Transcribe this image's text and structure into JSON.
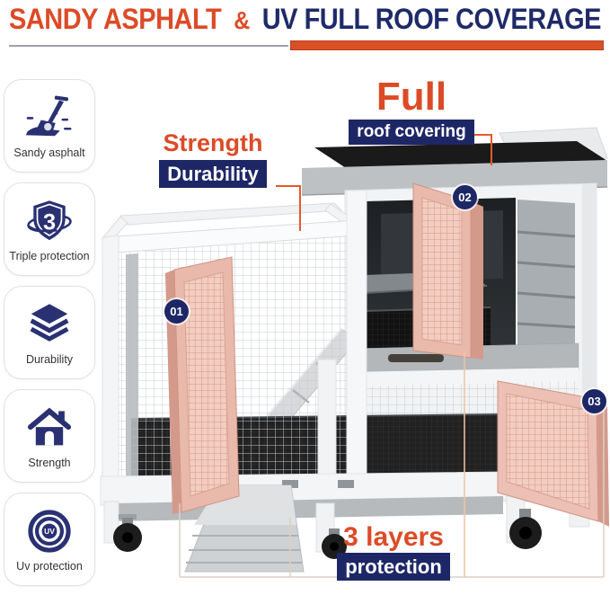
{
  "header": {
    "title_left": "SANDY ASPHALT",
    "ampersand": "&",
    "title_right": "UV FULL ROOF COVERAGE"
  },
  "sidebar": {
    "items": [
      {
        "icon": "shovel-icon",
        "label": "Sandy asphalt"
      },
      {
        "icon": "shield-3-icon",
        "label": "Triple protection",
        "icon_text": "3"
      },
      {
        "icon": "layers-icon",
        "label": "Durability"
      },
      {
        "icon": "house-icon",
        "label": "Strength"
      },
      {
        "icon": "uv-icon",
        "label": "Uv protection",
        "icon_text": "UV"
      }
    ]
  },
  "callouts": {
    "roof": {
      "title": "Full",
      "badge": "roof covering"
    },
    "strength": {
      "title": "Strength",
      "badge": "Durability"
    },
    "layers": {
      "title": "3 layers",
      "badge": "protection"
    }
  },
  "markers": [
    {
      "label": "01"
    },
    {
      "label": "02"
    },
    {
      "label": "03"
    }
  ],
  "colors": {
    "orange": "#DC4B27",
    "navy": "#1F2A68",
    "badge_navy": "#1E2766",
    "icon_navy": "#2A3173",
    "door_pink": "#E9B9AC",
    "roof_gray": "#BDC1C4"
  }
}
